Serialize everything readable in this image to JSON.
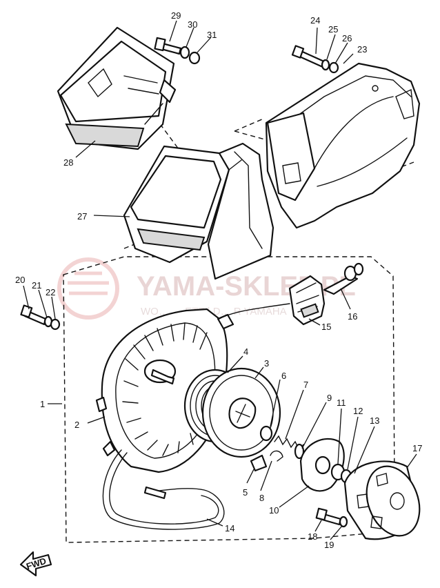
{
  "watermark": {
    "title": "YAMA-SKLEP.PL",
    "subtitle": "WO… … ETZ | D… R YAMAHA",
    "brand_color": "#e5a0a0"
  },
  "fwd_label": "FWD",
  "callouts": [
    "1",
    "2",
    "3",
    "4",
    "5",
    "6",
    "7",
    "8",
    "9",
    "10",
    "11",
    "12",
    "13",
    "14",
    "15",
    "16",
    "17",
    "18",
    "19",
    "20",
    "21",
    "22",
    "23",
    "24",
    "25",
    "26",
    "27",
    "28",
    "29",
    "30",
    "31"
  ]
}
